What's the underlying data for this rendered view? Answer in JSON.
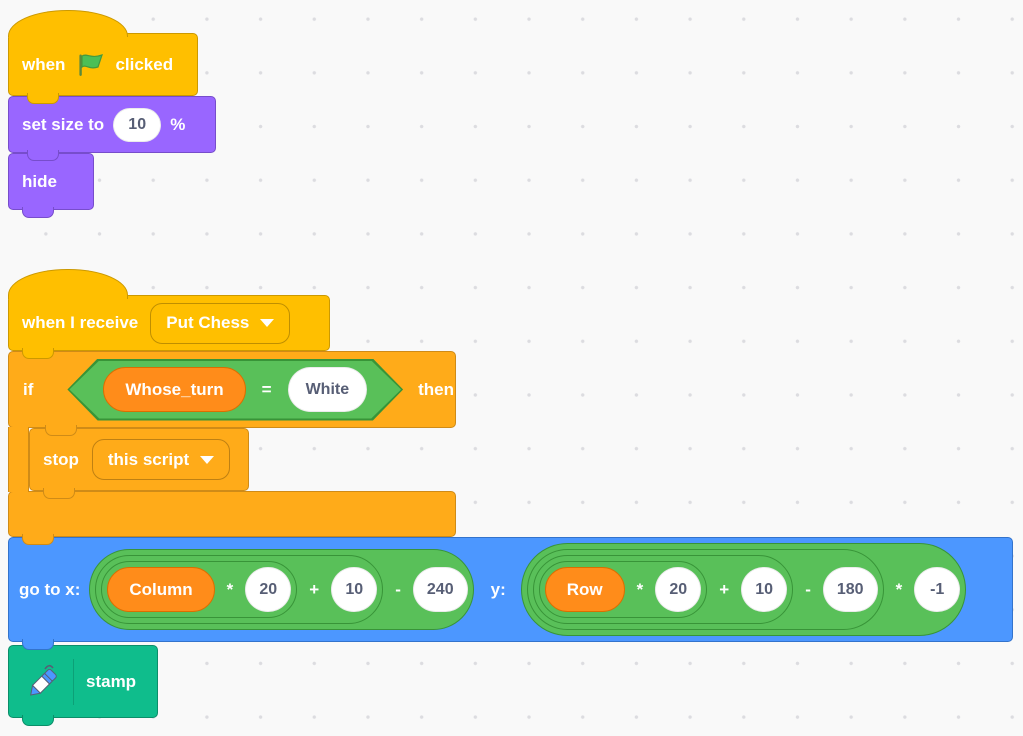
{
  "colors": {
    "events_yellow": "#FFBF00",
    "events_border": "#CC9900",
    "control_orange": "#FFAB19",
    "control_border": "#CF8B17",
    "motion_blue": "#4C97FF",
    "motion_border": "#3373CC",
    "looks_purple": "#9966FF",
    "looks_border": "#774DCB",
    "operators_green": "#59C059",
    "operators_border": "#389438",
    "variables_orange": "#FF8C1A",
    "variables_border": "#DB6E00",
    "pen_green": "#0FBD8C",
    "pen_border": "#0B8E69",
    "input_text": "#575E75",
    "workspace_bg": "#f9f9f9"
  },
  "script1": {
    "when_flag_pre": "when",
    "when_flag_post": "clicked",
    "set_size_label": "set size to",
    "set_size_value": "10",
    "set_size_unit": "%",
    "hide_label": "hide"
  },
  "script2": {
    "when_receive_label": "when I receive",
    "broadcast_name": "Put Chess",
    "if_label": "if",
    "then_label": "then",
    "condition_left": "Whose_turn",
    "condition_op": "=",
    "condition_right": "White",
    "stop_label": "stop",
    "stop_option": "this script",
    "goto_label": "go to x:",
    "goto_y_label": "y:",
    "x_var": "Column",
    "x_op1": "*",
    "x_n1": "20",
    "x_op2": "+",
    "x_n2": "10",
    "x_op3": "-",
    "x_n3": "240",
    "y_var": "Row",
    "y_op1": "*",
    "y_n1": "20",
    "y_op2": "+",
    "y_n2": "10",
    "y_op3": "-",
    "y_n3": "180",
    "y_op4": "*",
    "y_n4": "-1",
    "stamp_label": "stamp"
  }
}
